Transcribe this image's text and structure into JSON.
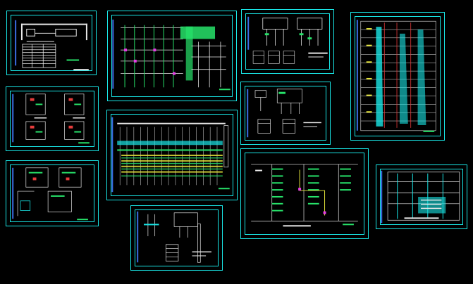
{
  "app": {
    "background": "#000000"
  },
  "colors": {
    "frame": "#19e6e6",
    "line_white": "#e8e8e8",
    "line_green": "#27e36a",
    "line_yellow": "#e6e63c",
    "line_red": "#e63c3c",
    "line_magenta": "#e63ce6",
    "line_blue": "#3c6ee6"
  },
  "sheets": [
    {
      "id": "sheet-1",
      "kind": "table-page"
    },
    {
      "id": "sheet-2",
      "kind": "wiring-schematic"
    },
    {
      "id": "sheet-3",
      "kind": "small-schematic-pair"
    },
    {
      "id": "sheet-4",
      "kind": "riser-diagram"
    },
    {
      "id": "sheet-5",
      "kind": "panel-schedule"
    },
    {
      "id": "sheet-6",
      "kind": "distribution-grid"
    },
    {
      "id": "sheet-7",
      "kind": "panel-detail"
    },
    {
      "id": "sheet-8",
      "kind": "panel-schedule"
    },
    {
      "id": "sheet-9",
      "kind": "main-distribution"
    },
    {
      "id": "sheet-10",
      "kind": "panel-detail"
    },
    {
      "id": "sheet-11",
      "kind": "riser-small"
    }
  ]
}
